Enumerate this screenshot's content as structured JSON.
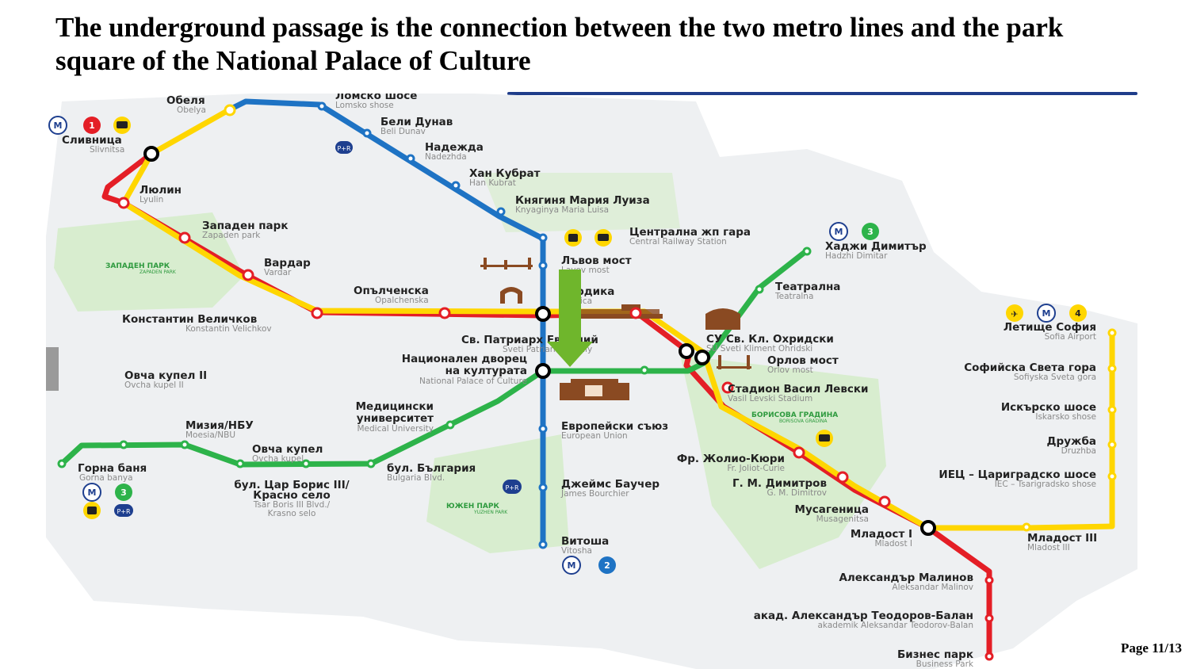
{
  "slide": {
    "title": "The underground passage is the connection between the two metro lines and the park square of the National Palace of Culture",
    "page": "Page 11/13"
  },
  "colors": {
    "line1": "#e41e26",
    "line2": "#1e73c4",
    "line3": "#2db34a",
    "line4": "#ffd600",
    "park": "#d8edcf",
    "land": "#eef0f2",
    "arrow": "#6fb62c",
    "rule": "#1f3d8a",
    "landmark": "#8a4a22"
  },
  "parks": [
    {
      "name": "ЗАПАДЕН ПАРК",
      "sub": "ZAPADEN PARK"
    },
    {
      "name": "БОРИСОВА ГРАДИНА",
      "sub": "BORISOVA GRADINA"
    },
    {
      "name": "ЮЖЕН ПАРК",
      "sub": "YUZHEN PARK"
    }
  ],
  "line_badges": {
    "l1": "1",
    "l2": "2",
    "l3": "3",
    "l3b": "3",
    "l4": "4"
  },
  "stations": [
    {
      "id": "obelya",
      "name": "Обеля",
      "sub": "Obelya"
    },
    {
      "id": "lomsko",
      "name": "Ломско шосе",
      "sub": "Lomsko shose"
    },
    {
      "id": "beli",
      "name": "Бели Дунав",
      "sub": "Beli Dunav"
    },
    {
      "id": "nadezhda",
      "name": "Надежда",
      "sub": "Nadezhda"
    },
    {
      "id": "hankubrat",
      "name": "Хан Кубрат",
      "sub": "Han Kubrat"
    },
    {
      "id": "knyaginya",
      "name": "Княгиня Мария Луиза",
      "sub": "Knyaginya Maria Luisa"
    },
    {
      "id": "central",
      "name": "Централна жп гара",
      "sub": "Central Railway Station"
    },
    {
      "id": "lavov",
      "name": "Лъвов мост",
      "sub": "Lavov most"
    },
    {
      "id": "serdika",
      "name": "Сердика",
      "sub": "Serdica"
    },
    {
      "id": "patriarh",
      "name": "Св. Патриарх Евтимий",
      "sub": "Sveti Patriarh Evtimiy"
    },
    {
      "id": "ndk",
      "name": "Национален дворец",
      "name2": "на културата",
      "sub": "National Palace of Culture"
    },
    {
      "id": "evropeyski",
      "name": "Европейски съюз",
      "sub": "European Union"
    },
    {
      "id": "bourchier",
      "name": "Джеймс Баучер",
      "sub": "James Bourchier"
    },
    {
      "id": "vitosha",
      "name": "Витоша",
      "sub": "Vitosha"
    },
    {
      "id": "slivnitsa",
      "name": "Сливница",
      "sub": "Slivnitsa"
    },
    {
      "id": "lyulin",
      "name": "Люлин",
      "sub": "Lyulin"
    },
    {
      "id": "zapaden",
      "name": "Западен парк",
      "sub": "Zapaden park"
    },
    {
      "id": "vardar",
      "name": "Вардар",
      "sub": "Vardar"
    },
    {
      "id": "opalchenska",
      "name": "Опълченска",
      "sub": "Opalchenska"
    },
    {
      "id": "velichkov",
      "name": "Константин Величков",
      "sub": "Konstantin Velichkov"
    },
    {
      "id": "hadzhi",
      "name": "Хаджи Димитър",
      "sub": "Hadzhi Dimitar"
    },
    {
      "id": "teatralna",
      "name": "Театрална",
      "sub": "Teatralna"
    },
    {
      "id": "su",
      "name": "СУ Св. Кл. Охридски",
      "sub": "SU Sveti Kliment Ohridski"
    },
    {
      "id": "orlov",
      "name": "Орлов мост",
      "sub": "Orlov most"
    },
    {
      "id": "stadion",
      "name": "Стадион Васил Левски",
      "sub": "Vasil Levski Stadium"
    },
    {
      "id": "joliot",
      "name": "Фр. Жолио-Кюри",
      "sub": "Fr. Joliot-Curie"
    },
    {
      "id": "dimitrov",
      "name": "Г. М. Димитров",
      "sub": "G. M. Dimitrov"
    },
    {
      "id": "musagenitsa",
      "name": "Мусагеница",
      "sub": "Musagenitsa"
    },
    {
      "id": "mladost1",
      "name": "Младост I",
      "sub": "Mladost I"
    },
    {
      "id": "malinov",
      "name": "Александър Малинов",
      "sub": "Aleksandar Malinov"
    },
    {
      "id": "teodorov",
      "name": "акад. Александър Теодоров-Балан",
      "sub": "akademik Aleksandar Teodorov-Balan"
    },
    {
      "id": "biznes",
      "name": "Бизнес парк",
      "sub": "Business Park"
    },
    {
      "id": "letishte",
      "name": "Летище София",
      "sub": "Sofia Airport"
    },
    {
      "id": "sveta",
      "name": "Софийска Света гора",
      "sub": "Sofiyska Sveta gora"
    },
    {
      "id": "iskarsko",
      "name": "Искърско шосе",
      "sub": "Iskarsko shose"
    },
    {
      "id": "druzhba",
      "name": "Дружба",
      "sub": "Druzhba"
    },
    {
      "id": "iec",
      "name": "ИЕЦ – Цариградско шосе",
      "sub": "IEC – Tsarigradsko shose"
    },
    {
      "id": "mladost3",
      "name": "Младост III",
      "sub": "Mladost III"
    },
    {
      "id": "ovcha2",
      "name": "Овча купел II",
      "sub": "Ovcha kupel II"
    },
    {
      "id": "meditsinski",
      "name": "Медицински",
      "name2": "университет",
      "sub": "Medical University"
    },
    {
      "id": "miziya",
      "name": "Мизия/НБУ",
      "sub": "Moesia/NBU"
    },
    {
      "id": "ovcha",
      "name": "Овча купел",
      "sub": "Ovcha kupel"
    },
    {
      "id": "gorna",
      "name": "Горна баня",
      "sub": "Gorna banya"
    },
    {
      "id": "bulgaria",
      "name": "бул. България",
      "sub": "Bulgaria Blvd."
    },
    {
      "id": "tsarboris",
      "name": "бул. Цар Борис III/",
      "name2": "Красно село",
      "sub": "Tsar Boris III Blvd./",
      "sub2": "Krasno selo"
    }
  ]
}
